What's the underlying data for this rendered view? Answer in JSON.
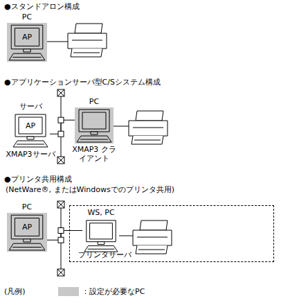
{
  "diagram": {
    "nodes": [
      {
        "text": [
          "PC",
          "AP"
        ]
      },
      {
        "text": [
          "サーバ",
          "AP",
          "XMAP3サーバ"
        ]
      },
      {
        "text": [
          "PC",
          "XMAP3 クライアント"
        ]
      },
      {
        "text": [
          "PC",
          "AP"
        ]
      },
      {
        "text": [
          "プリンタサーバ"
        ]
      },
      {
        "text": [
          "WS, PC"
        ],
        "in": 4
      }
    ],
    "edges": [
      {
        "from": 1,
        "to": 2,
        "arrow": "none"
      },
      {
        "from": 3,
        "to": 5,
        "arrow": "none"
      }
    ],
    "labels": [
      "●スタンドアロン構成",
      "●アプリケーションサーバ型C/Sシステム構成",
      "●プリンタ共用構成",
      "(NetWare®, またはWindowsでのプリンタ共用)",
      "(凡例)"
    ],
    "legend": [
      {
        "text": "：設定が必要なPC",
        "color": "#c8c8c8"
      }
    ]
  }
}
